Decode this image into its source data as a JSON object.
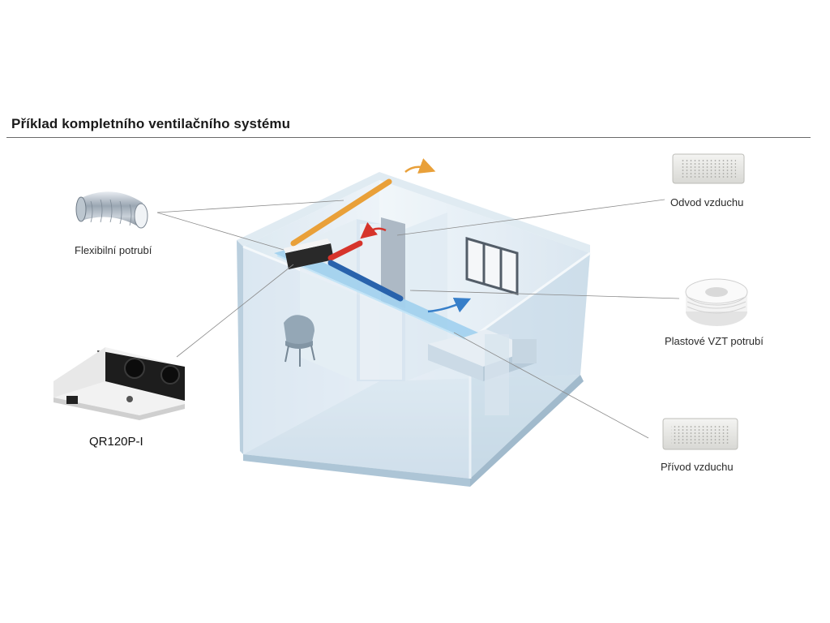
{
  "title": "Příklad kompletního ventilačního systému",
  "labels": {
    "flexible_duct": "Flexibilní potrubí",
    "unit_model": "QR120P-I",
    "exhaust": "Odvod vzduchu",
    "plastic_duct": "Plastové VZT potrubí",
    "supply": "Přívod vzduchu"
  },
  "colors": {
    "warm_duct": "#e89b2f",
    "hot_air": "#d42a20",
    "cold_duct": "#1d5aa8",
    "fresh_air": "#2d79c7",
    "room_glass": "#c9dbe8",
    "leader_line": "#8a8a8a"
  }
}
